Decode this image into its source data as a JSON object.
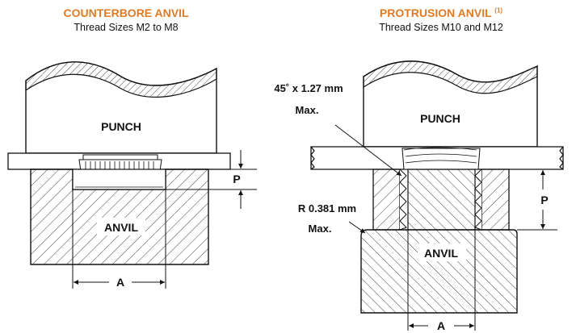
{
  "left": {
    "title": "COUNTERBORE ANVIL",
    "subtitle": "Thread Sizes M2 to M8",
    "punch_label": "PUNCH",
    "anvil_label": "ANVIL",
    "p_label": "P",
    "a_label": "A"
  },
  "right": {
    "title": "PROTRUSION ANVIL",
    "title_note": "(1)",
    "subtitle": "Thread Sizes M10 and M12",
    "punch_label": "PUNCH",
    "anvil_label": "ANVIL",
    "p_label": "P",
    "a_label": "A",
    "chamfer_line1": "45˚ x 1.27 mm",
    "chamfer_line2": "Max.",
    "radius_line1": "R 0.381 mm",
    "radius_line2": "Max."
  },
  "colors": {
    "title": "#e07b24",
    "line": "#111111"
  }
}
